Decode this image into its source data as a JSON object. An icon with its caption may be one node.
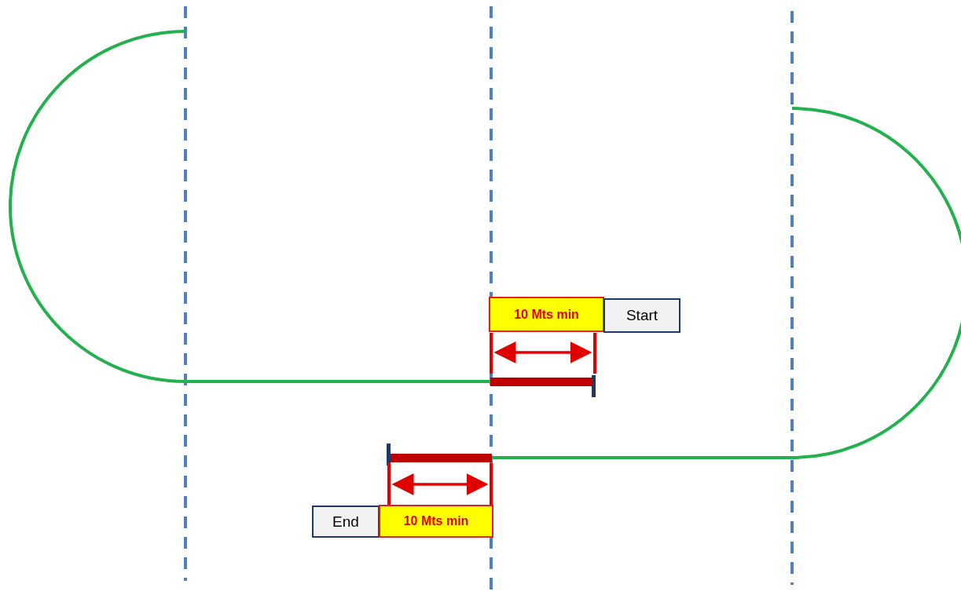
{
  "diagram": {
    "nodes": [
      {
        "text": [
          "10 Mts min"
        ]
      },
      {
        "text": [
          "Start"
        ]
      },
      {
        "text": [
          "End"
        ]
      },
      {
        "text": [
          "10 Mts min"
        ]
      }
    ]
  }
}
